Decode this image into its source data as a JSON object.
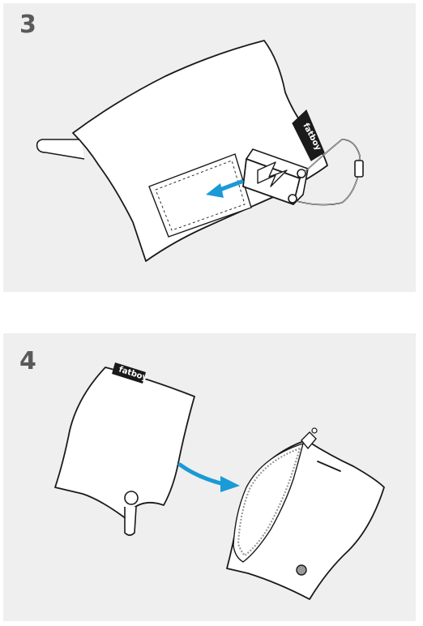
{
  "steps": [
    {
      "number": "3",
      "brand_label": "fatboy"
    },
    {
      "number": "4",
      "brand_label": "fatboy"
    }
  ],
  "colors": {
    "panel_bg": "#efefef",
    "arrow_blue": "#1a9ad6",
    "step_number": "#5a5a5a",
    "outline": "#1a1a1a"
  },
  "icons": [
    "lightning-icon",
    "arrow-left-icon",
    "arrow-right-icon"
  ]
}
